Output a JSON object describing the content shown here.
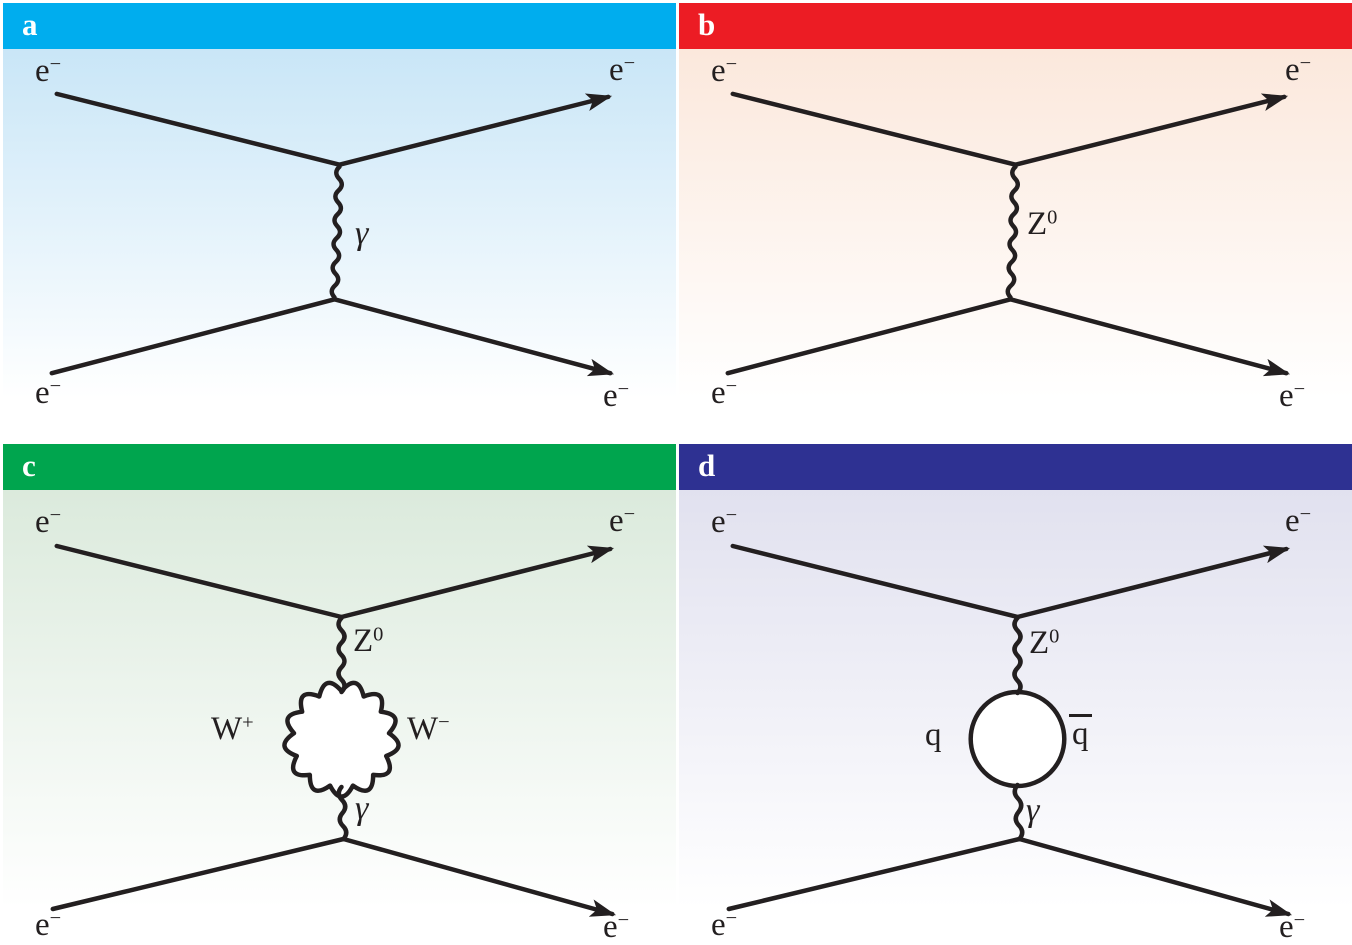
{
  "figure": {
    "description_colors": {
      "line_color": "#231f20",
      "panel_a_header": "#00adee",
      "panel_b_header": "#ec1c24",
      "panel_c_header": "#00a54e",
      "panel_d_header": "#2e3192",
      "panel_a_tint": "#c9e6f7",
      "panel_b_tint": "#fbe8dc",
      "panel_c_tint": "#dbeadc",
      "panel_d_tint": "#e1e1ef"
    }
  },
  "panels": [
    {
      "letter": "a",
      "header_color": "#00adee",
      "body_tint": "#c9e6f7",
      "labels": {
        "in_top": {
          "base": "e",
          "sup": "−"
        },
        "out_top": {
          "base": "e",
          "sup": "−"
        },
        "in_bottom": {
          "base": "e",
          "sup": "−"
        },
        "out_bottom": {
          "base": "e",
          "sup": "−"
        },
        "propagator": {
          "base": "γ",
          "sup": ""
        }
      }
    },
    {
      "letter": "b",
      "header_color": "#ec1c24",
      "body_tint": "#fbe8dc",
      "labels": {
        "in_top": {
          "base": "e",
          "sup": "−"
        },
        "out_top": {
          "base": "e",
          "sup": "−"
        },
        "in_bottom": {
          "base": "e",
          "sup": "−"
        },
        "out_bottom": {
          "base": "e",
          "sup": "−"
        },
        "propagator": {
          "base": "Z",
          "sup": "0"
        }
      }
    },
    {
      "letter": "c",
      "header_color": "#00a54e",
      "body_tint": "#dbeadc",
      "labels": {
        "in_top": {
          "base": "e",
          "sup": "−"
        },
        "out_top": {
          "base": "e",
          "sup": "−"
        },
        "in_bottom": {
          "base": "e",
          "sup": "−"
        },
        "out_bottom": {
          "base": "e",
          "sup": "−"
        },
        "propagator_top": {
          "base": "Z",
          "sup": "0"
        },
        "loop_left": {
          "base": "W",
          "sup": "+"
        },
        "loop_right": {
          "base": "W",
          "sup": "−"
        },
        "propagator_bottom": {
          "base": "γ",
          "sup": ""
        }
      }
    },
    {
      "letter": "d",
      "header_color": "#2e3192",
      "body_tint": "#e1e1ef",
      "labels": {
        "in_top": {
          "base": "e",
          "sup": "−"
        },
        "out_top": {
          "base": "e",
          "sup": "−"
        },
        "in_bottom": {
          "base": "e",
          "sup": "−"
        },
        "out_bottom": {
          "base": "e",
          "sup": "−"
        },
        "propagator_top": {
          "base": "Z",
          "sup": "0"
        },
        "loop_left": {
          "base": "q",
          "sup": ""
        },
        "loop_right": {
          "base": "q",
          "sup": "",
          "barred": true
        },
        "propagator_bottom": {
          "base": "γ",
          "sup": ""
        }
      }
    }
  ]
}
